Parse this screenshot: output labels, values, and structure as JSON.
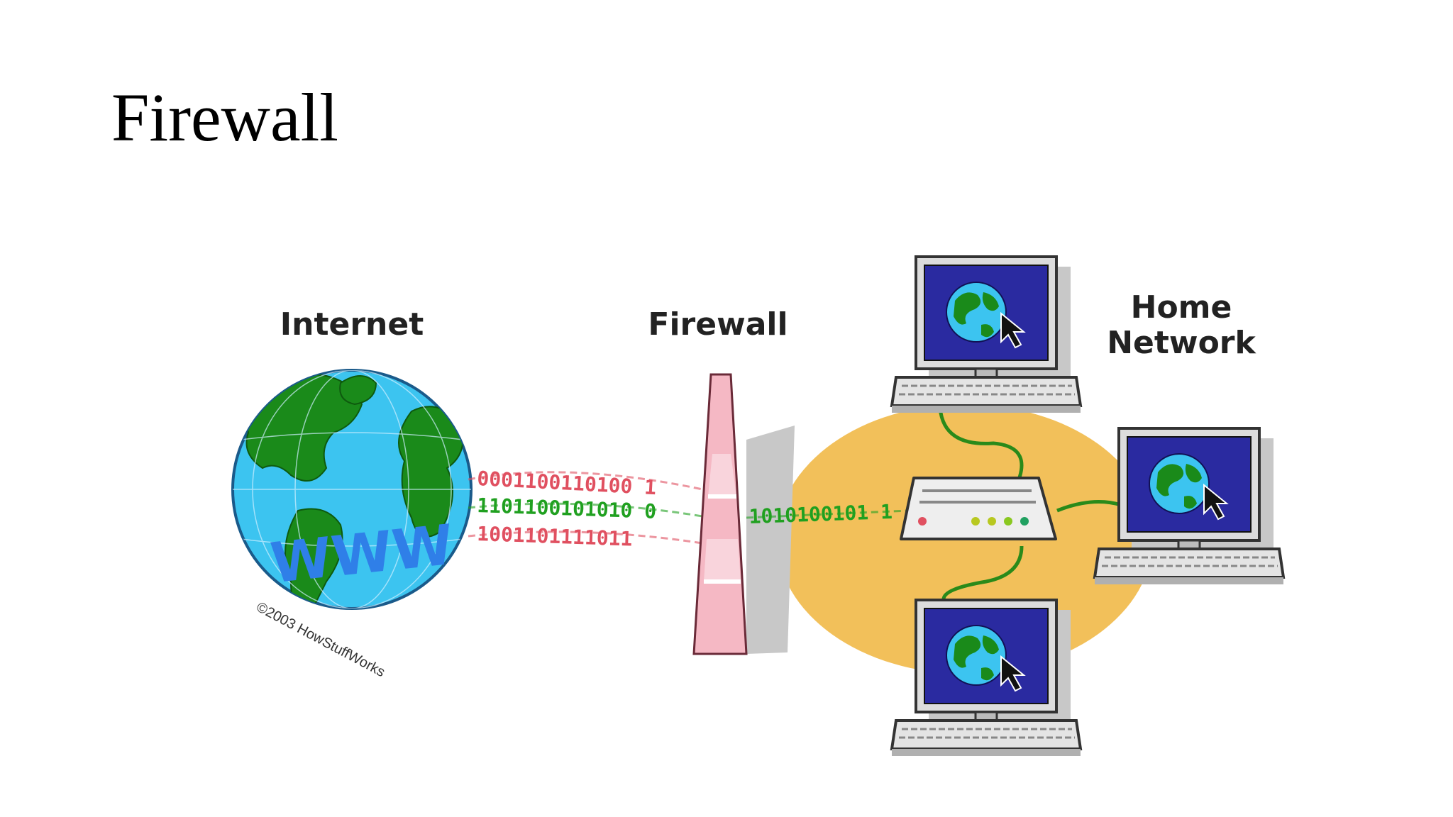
{
  "slide": {
    "title": "Firewall"
  },
  "diagram": {
    "labels": {
      "internet": "Internet",
      "firewall": "Firewall",
      "home_network_line1": "Home",
      "home_network_line2": "Network"
    },
    "globe_text": "WWW",
    "credit": "©2003 HowStuffWorks",
    "data_streams": {
      "red_top": "0001100110100 1",
      "green_middle": "1101100101010 0",
      "red_bottom": "1001101111011",
      "green_after_firewall": "1010100101 1"
    },
    "colors": {
      "ocean": "#3cc4f0",
      "land": "#1a8a1a",
      "firewall_pink": "#f5b8c4",
      "network_oval": "#f2c05a",
      "screen_blue": "#2a2aa0",
      "blocked_red": "#e05060",
      "allowed_green": "#20a020"
    },
    "icons": {
      "globe": "globe-icon",
      "router": "router-icon",
      "computer": "computer-icon",
      "cursor": "mouse-cursor-icon"
    }
  }
}
